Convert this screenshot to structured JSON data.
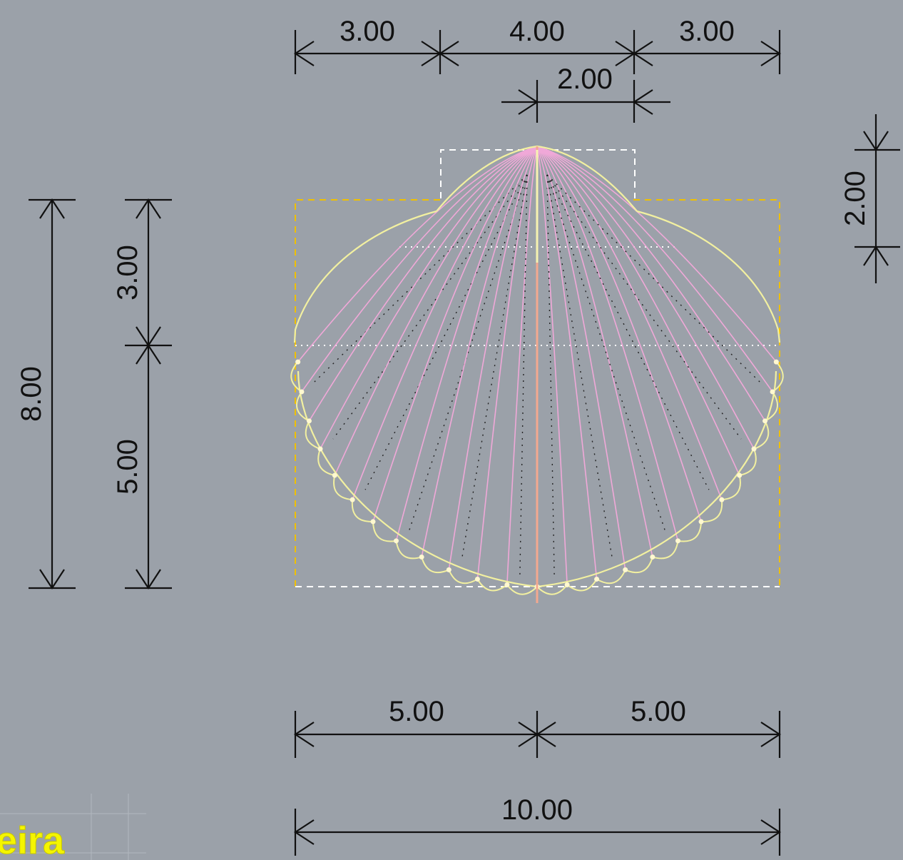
{
  "drawing": {
    "dimensions": {
      "top_left": "3.00",
      "top_middle": "4.00",
      "top_right": "3.00",
      "top_offset": "2.00",
      "right_height": "2.00",
      "left_total": "8.00",
      "left_upper": "3.00",
      "left_lower": "5.00",
      "bottom_left": "5.00",
      "bottom_right": "5.00",
      "bottom_total": "10.00"
    },
    "corner_label": "eira"
  },
  "colors": {
    "background": "#9ba1a9",
    "dimension": "#111111",
    "shell_outline": "#f2f0a0",
    "ribs": "#f0a8d8",
    "dash_yellow": "#f0c000",
    "dash_white": "#ffffff",
    "corner_label": "#f5f500"
  }
}
